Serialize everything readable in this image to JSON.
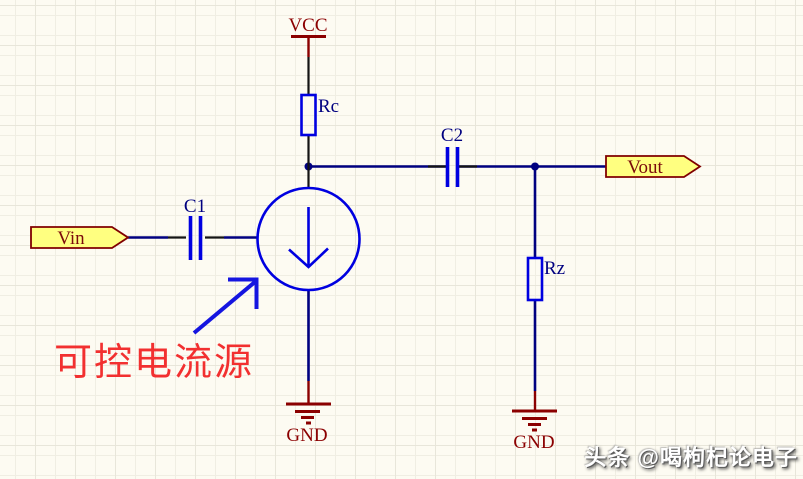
{
  "schematic": {
    "power_labels": {
      "vcc": "VCC",
      "gnd_left": "GND",
      "gnd_right": "GND"
    },
    "designators": {
      "rc": "Rc",
      "c1": "C1",
      "c2": "C2",
      "rz": "Rz"
    },
    "ports": {
      "input": "Vin",
      "output": "Vout"
    },
    "annotation": {
      "label": "可控电流源"
    },
    "colors": {
      "canvas_background": "#fdfbf2",
      "grid_line": "#e8e6da",
      "wire": "#000080",
      "pin": "#141414",
      "component_outline": "#0000e0",
      "power_symbol": "#8b0000",
      "port_fill": "#ffff80",
      "port_border": "#800000",
      "port_text": "#7b0b0b",
      "annotation_text": "#f23030",
      "annotation_arrow": "#1515e0",
      "watermark_text": "#ffffff"
    }
  },
  "watermark": {
    "text": "头条 @喝枸杞论电子"
  }
}
